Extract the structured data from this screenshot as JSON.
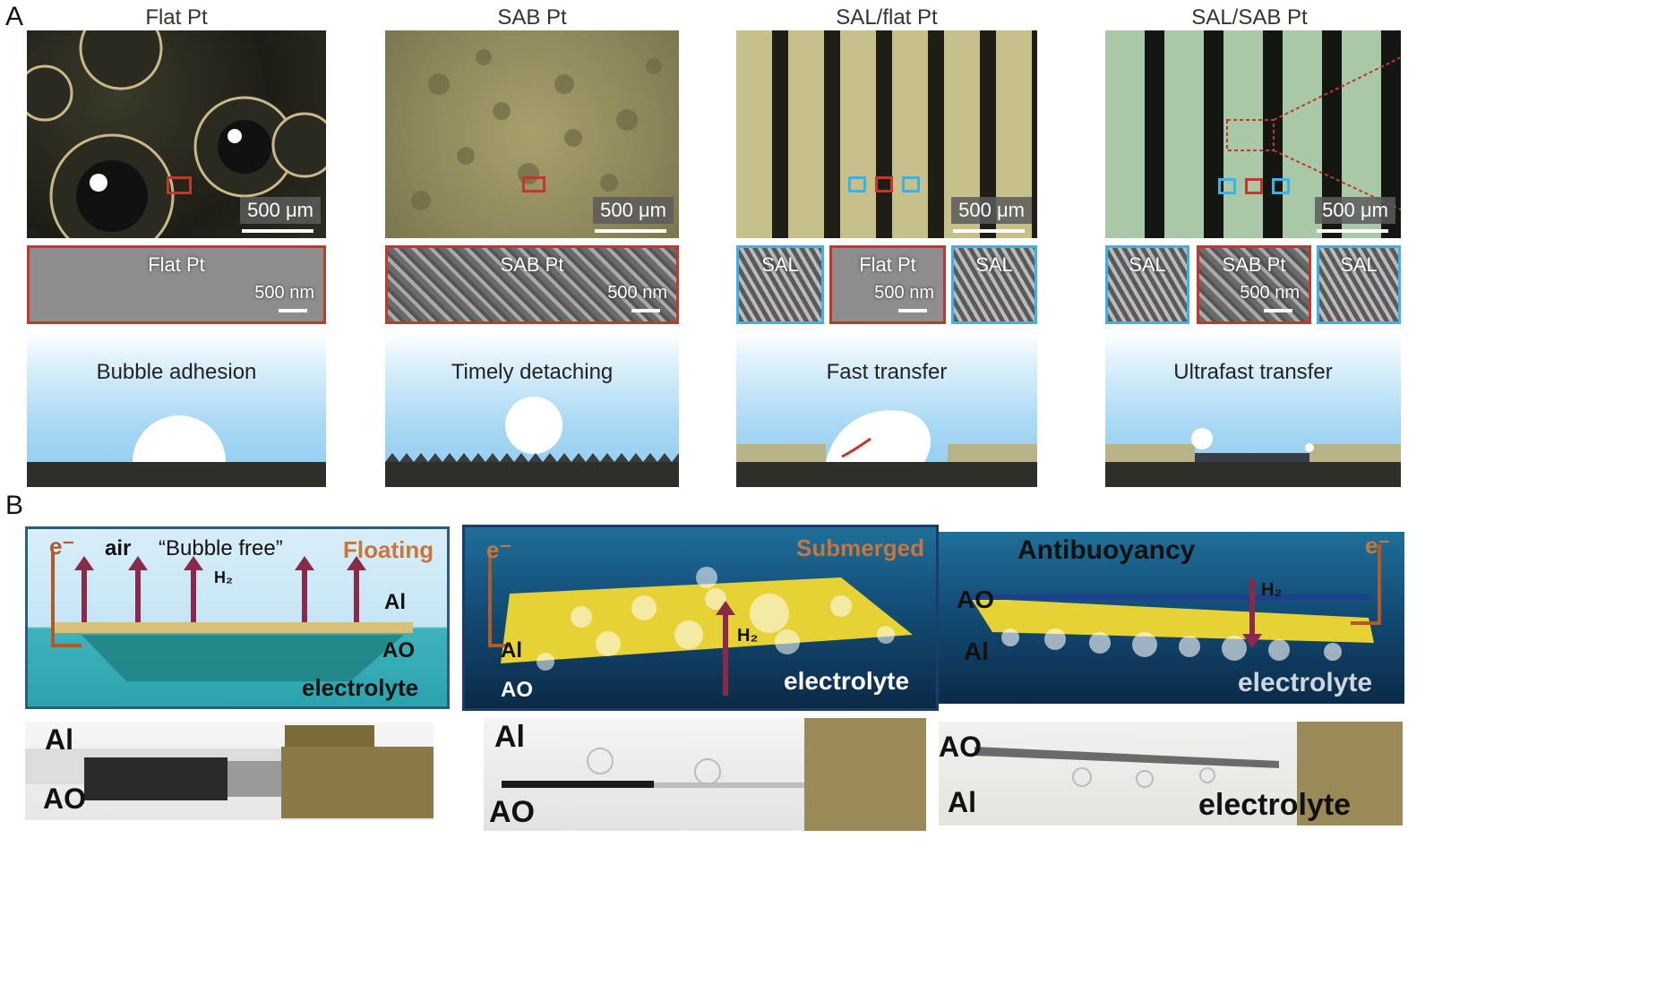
{
  "panel_a": {
    "letter": "A",
    "columns": [
      {
        "title": "Flat Pt",
        "photo_scale": "500 μm",
        "sem": [
          {
            "label": "Flat Pt",
            "scale": "500 nm"
          }
        ],
        "schematic": "Bubble adhesion"
      },
      {
        "title": "SAB Pt",
        "photo_scale": "500 μm",
        "sem": [
          {
            "label": "SAB Pt",
            "scale": "500 nm"
          }
        ],
        "schematic": "Timely detaching"
      },
      {
        "title": "SAL/flat Pt",
        "photo_scale": "500 μm",
        "sem": [
          {
            "label": "SAL"
          },
          {
            "label": "Flat Pt",
            "scale": "500 nm"
          },
          {
            "label": "SAL"
          }
        ],
        "schematic": "Fast transfer"
      },
      {
        "title": "SAL/SAB Pt",
        "photo_scale": "500 μm",
        "sem": [
          {
            "label": "SAL"
          },
          {
            "label": "SAB Pt",
            "scale": "500 nm"
          },
          {
            "label": "SAL"
          }
        ],
        "schematic": "Ultrafast transfer"
      }
    ]
  },
  "panel_b": {
    "letter": "B",
    "floating": {
      "electron": "e⁻",
      "air": "air",
      "quote": "“Bubble free”",
      "h2": "H₂",
      "mode": "Floating",
      "al": "Al",
      "ao": "AO",
      "electrolyte": "electrolyte"
    },
    "submerged": {
      "electron": "e⁻",
      "mode": "Submerged",
      "h2": "H₂",
      "al": "Al",
      "ao": "AO",
      "electrolyte": "electrolyte"
    },
    "antibuoyancy": {
      "electron": "e⁻",
      "mode": "Antibuoyancy",
      "h2": "H₂",
      "ao": "AO",
      "al": "Al",
      "electrolyte": "electrolyte"
    },
    "photos": [
      {
        "top": "Al",
        "bottom": "AO"
      },
      {
        "top": "Al",
        "bottom": "AO"
      },
      {
        "top": "AO",
        "bottom": "Al",
        "extra": "electrolyte"
      }
    ]
  },
  "colors": {
    "red_mark": "#c0392b",
    "blue_mark": "#3bb3e8",
    "arrow": "#8a2a4a",
    "orange_text": "#c8763a"
  }
}
